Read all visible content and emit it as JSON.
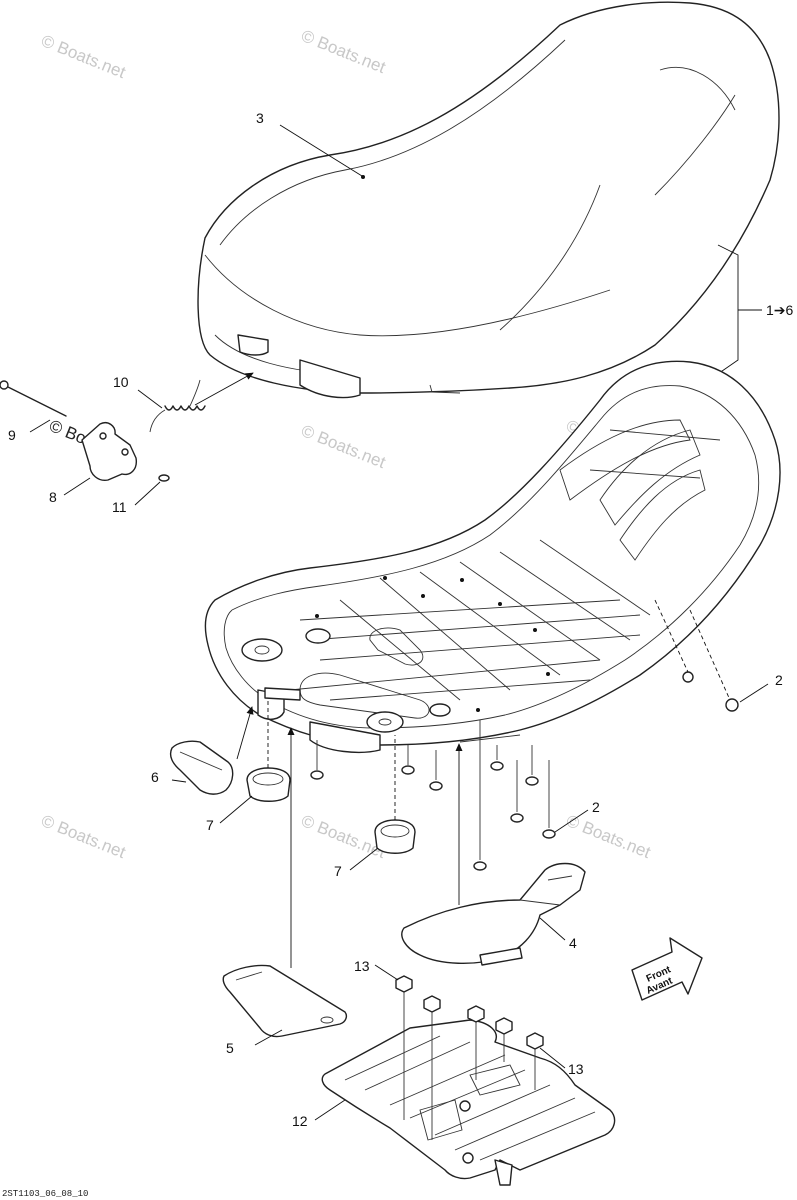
{
  "watermark": "© Boats.net",
  "drawing_code": "2ST1103_06_08_10",
  "direction": {
    "line1": "Front",
    "line2": "Avant"
  },
  "callouts": {
    "c1": "1➔6",
    "c2a": "2",
    "c2b": "2",
    "c3": "3",
    "c4": "4",
    "c5": "5",
    "c6": "6",
    "c7a": "7",
    "c7b": "7",
    "c8": "8",
    "c9": "9",
    "c10": "10",
    "c11": "11",
    "c12": "12",
    "c13a": "13",
    "c13b": "13"
  }
}
